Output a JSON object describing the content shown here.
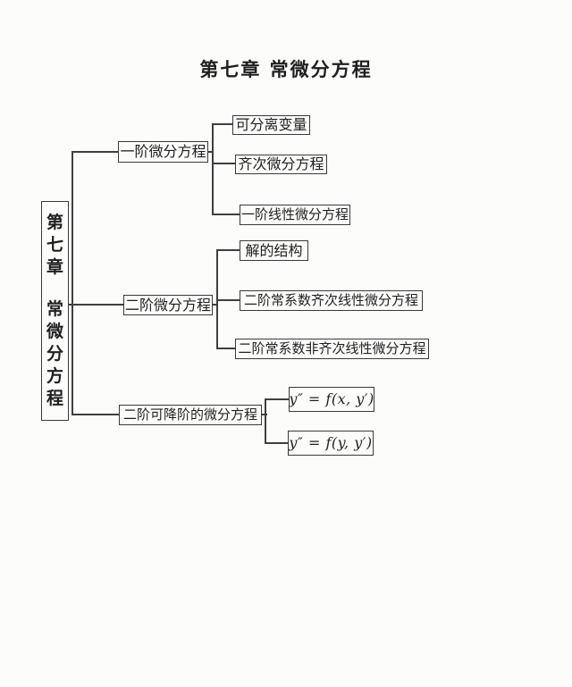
{
  "page": {
    "background": "#fcfcfb",
    "line_color": "#3f3f3f",
    "text_color": "#1f1f1f"
  },
  "title": "第七章 常微分方程",
  "root": {
    "label": "第七章 常微分方程",
    "parts": [
      "第七章",
      "常微分方程"
    ]
  },
  "tree": {
    "branches": [
      {
        "label": "一阶微分方程",
        "children": [
          "可分离变量",
          "齐次微分方程",
          "一阶线性微分方程"
        ]
      },
      {
        "label": "二阶微分方程",
        "children": [
          "解的结构",
          "二阶常系数齐次线性微分方程",
          "二阶常系数非齐次线性微分方程"
        ]
      },
      {
        "label": "二阶可降阶的微分方程",
        "children": [
          "y″ = f(x, y′)",
          "y″ = f(y, y′)"
        ]
      }
    ]
  }
}
